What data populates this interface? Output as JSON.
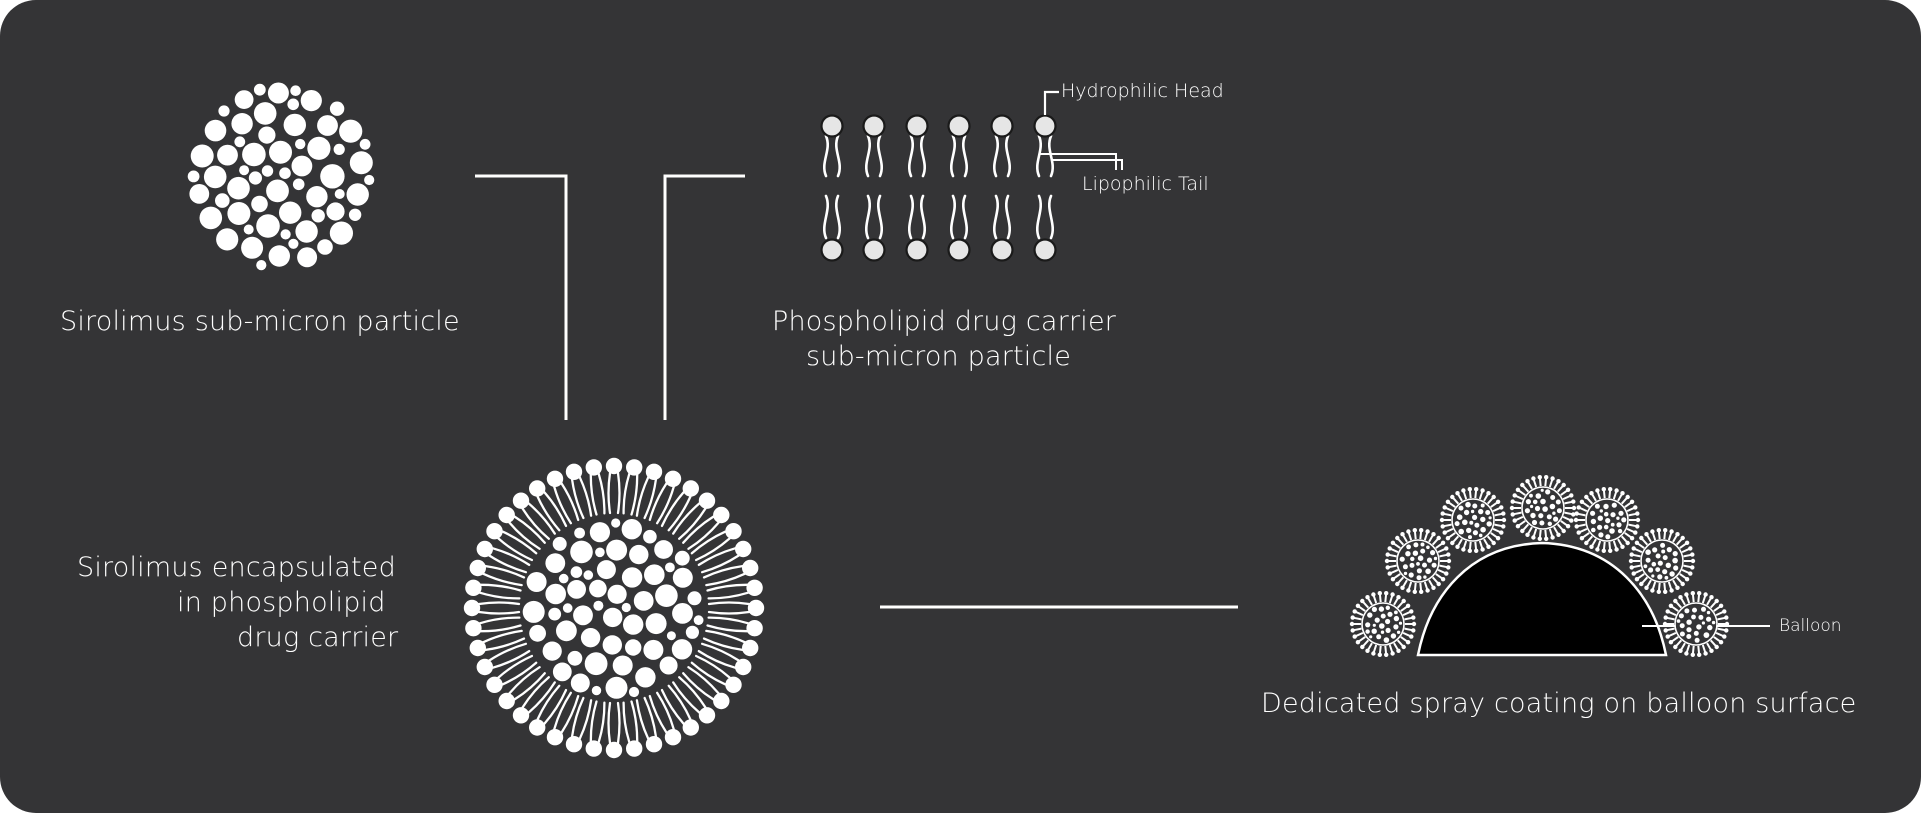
{
  "labels": {
    "sirolimus_particle": "Sirolimus sub-micron particle",
    "phospholipid_line1": "Phospholipid drug carrier",
    "phospholipid_line2": "sub-micron particle",
    "hydrophilic_head": "Hydrophilic Head",
    "lipophilic_tail": "Lipophilic Tail",
    "encapsulated_line1": "Sirolimus encapsulated",
    "encapsulated_line2": "in phospholipid",
    "encapsulated_line3": "drug carrier",
    "balloon": "Balloon",
    "spray_coating": "Dedicated spray coating on balloon surface"
  },
  "colors": {
    "background": "#343436",
    "foreground": "#ffffff",
    "head_fill": "#e6e6e6",
    "balloon_fill": "#000000"
  }
}
